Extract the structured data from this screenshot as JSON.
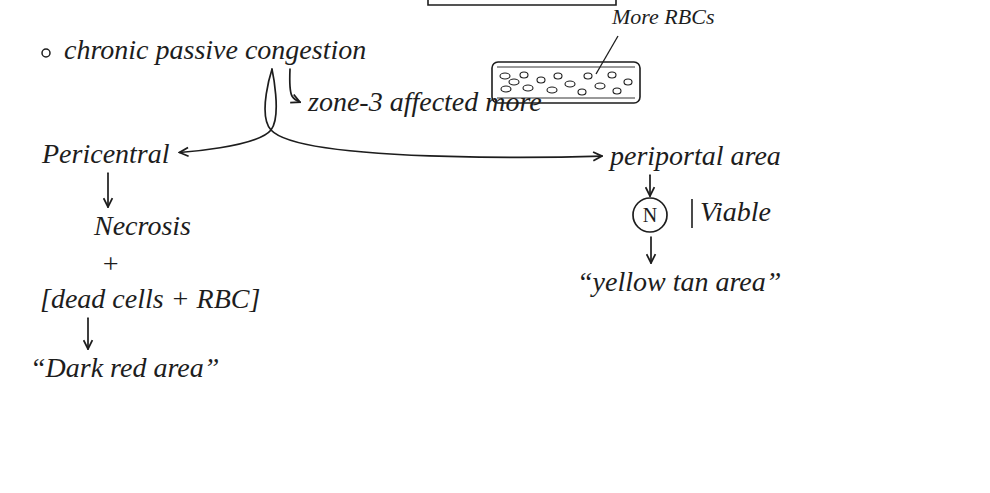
{
  "diagram": {
    "nodes": [
      {
        "text": [
          "chronic passive congestion"
        ]
      },
      {
        "text": [
          "zone-3 affected more"
        ]
      },
      {
        "text": [
          "Pericentral"
        ]
      },
      {
        "text": [
          "Necrosis"
        ]
      },
      {
        "text": [
          "[dead cells + RBC]"
        ]
      },
      {
        "text": [
          "“Dark red area”"
        ]
      },
      {
        "text": [
          "periportal area"
        ]
      },
      {
        "text": [
          "N"
        ]
      },
      {
        "text": [
          "“yellow tan area”"
        ]
      }
    ],
    "edges": [
      {
        "from": 0,
        "to": 1,
        "arrow": "to"
      },
      {
        "from": 0,
        "to": 2,
        "arrow": "to"
      },
      {
        "from": 0,
        "to": 6,
        "arrow": "to"
      },
      {
        "from": 2,
        "to": 3,
        "arrow": "to"
      },
      {
        "from": 4,
        "to": 5,
        "arrow": "to"
      },
      {
        "from": 6,
        "to": 7,
        "arrow": "to"
      },
      {
        "from": 7,
        "to": 8,
        "arrow": "to"
      }
    ],
    "labels": [
      "More RBCs",
      "+",
      "Viable"
    ]
  }
}
